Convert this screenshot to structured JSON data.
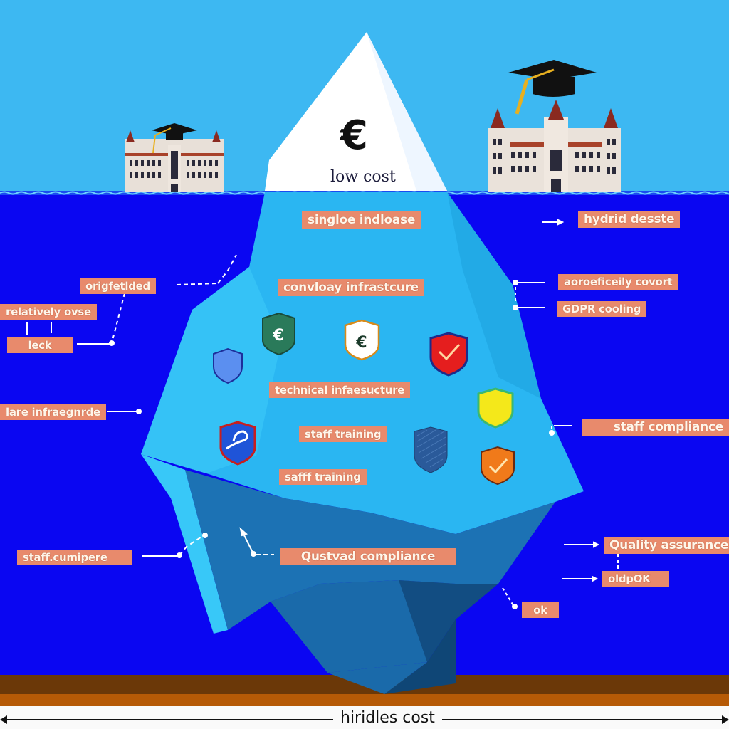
{
  "diagram": {
    "type": "iceberg-infographic",
    "colors": {
      "sky": "#3db8f2",
      "sea": "#0a06f2",
      "iceberg_tip": "#ffffff",
      "iceberg_mid": "#29b6f0",
      "iceberg_deep": "#1a6fa8",
      "label_bg": "#e88a6c",
      "seafloor_dark": "#6b3808",
      "seafloor_light": "#b65a06"
    },
    "tip": {
      "icon": "euro-icon",
      "symbol": "€",
      "label": "low cost"
    },
    "bottom_axis": {
      "label": "hiridles cost"
    },
    "buildings": [
      {
        "name": "university-building-left",
        "icon": "graduation-cap-icon"
      },
      {
        "name": "university-building-right",
        "icon": "graduation-cap-icon"
      }
    ],
    "labels": {
      "singular_increase": "singloe indloase",
      "hybrid": "hydrid desste",
      "complex_infra": "convloay infrastcure",
      "unspecified": "origfetlded",
      "relatively_cost": "relatively ovse",
      "lack": "leck",
      "geo_cover": "aoroeficeily covort",
      "gdpr_cooling": "GDPR cooling",
      "technical_infra": "technical infaesucture",
      "care_infra": "lare infraegnrde",
      "staff_training_1": "staff training",
      "staff_compliance_right": "staff compliance",
      "staff_training_2": "safff training",
      "staff_compliance_left": "staff.cumipere",
      "quality_compliance": "Qustvad compliance",
      "quality_assurance": "Quality assurance",
      "old_ok": "oldpOK",
      "ok": "ok"
    },
    "shields": [
      {
        "name": "shield-light-blue",
        "color": "#5b8ff0",
        "glyph": ""
      },
      {
        "name": "shield-green-euro",
        "color": "#2a7a5a",
        "glyph": "€"
      },
      {
        "name": "shield-white-euro",
        "color": "#ffffff",
        "glyph": "€"
      },
      {
        "name": "shield-red-check",
        "color": "#e51e1e",
        "glyph": "✓"
      },
      {
        "name": "shield-yellow",
        "color": "#f4e81a",
        "glyph": ""
      },
      {
        "name": "shield-blue-swoosh",
        "color": "#1f54d8",
        "glyph": ""
      },
      {
        "name": "shield-striped-navy",
        "color": "#2a5a9a",
        "glyph": ""
      },
      {
        "name": "shield-orange-check",
        "color": "#f07a1a",
        "glyph": "✓"
      }
    ]
  }
}
